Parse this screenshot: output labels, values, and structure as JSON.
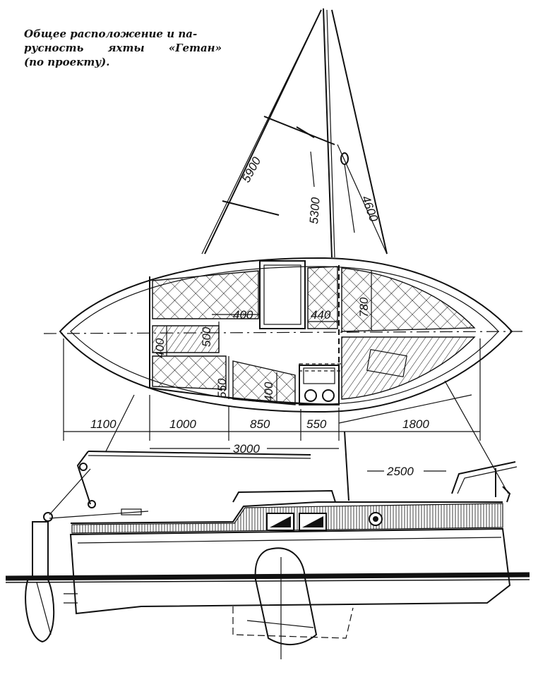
{
  "caption": {
    "line1": "Общее расположение и па-",
    "line2_left": "русность",
    "line2_mid": "яхты",
    "line2_right": "«Гетан»",
    "line3": "(по проекту)."
  },
  "sail_dims": {
    "main_luff": "5900",
    "mast": "5300",
    "jib": "4600"
  },
  "plan_dims": {
    "berth_width": "780",
    "d400_top": "400",
    "d440": "440",
    "d500": "500",
    "d400_left": "400",
    "d550": "550",
    "d400_bottom": "400"
  },
  "length_dims": {
    "seg1": "1100",
    "seg2": "1000",
    "seg3": "850",
    "seg4": "550",
    "seg5": "1800",
    "cockpit": "3000",
    "boom": "2500"
  }
}
